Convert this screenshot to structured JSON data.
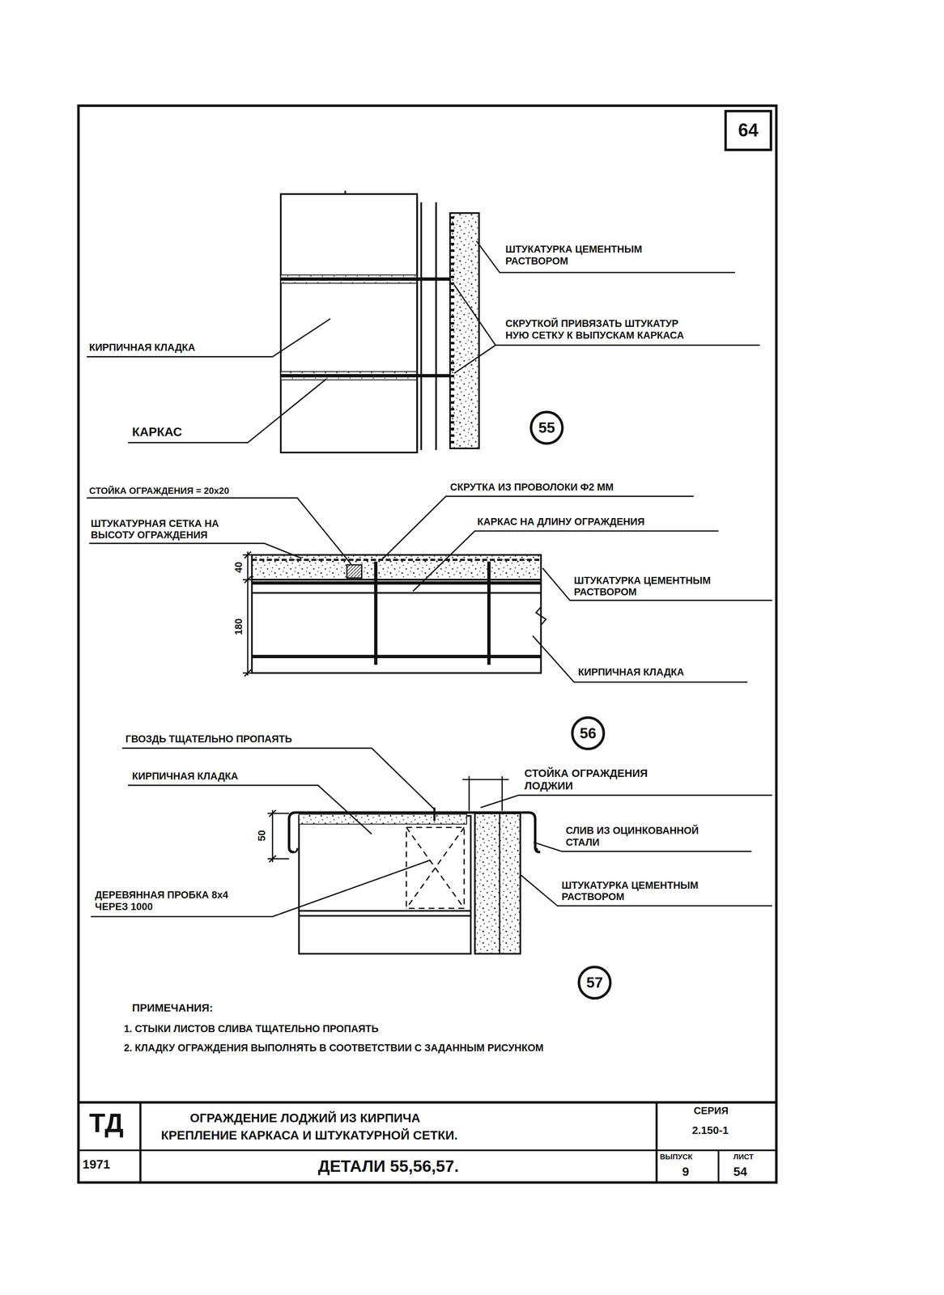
{
  "diagram": {
    "nodes": [
      {
        "text": [
          "64"
        ]
      },
      {
        "text": [
          "55"
        ]
      },
      {
        "text": [
          "56"
        ]
      },
      {
        "text": [
          "57"
        ]
      }
    ],
    "labels": [
      "ШТУКАТУРКА ЦЕМЕНТНЫМ РАСТВОРОМ",
      "СКРУТКОЙ ПРИВЯЗАТЬ ШТУКАТУР НУЮ СЕТКУ К ВЫПУСКАМ КАРКАСА",
      "КИРПИЧНАЯ КЛАДКА",
      "КАРКАС",
      "СТОЙКА ОГРАЖДЕНИЯ = 20х20",
      "ШТУКАТУРНАЯ СЕТКА НА ВЫСОТУ ОГРАЖДЕНИЯ",
      "СКРУТКА ИЗ ПРОВОЛОКИ Ф2 ММ",
      "КАРКАС НА ДЛИНУ ОГРАЖДЕНИЯ",
      "ШТУКАТУРКА ЦЕМЕНТНЫМ РАСТВОРОМ",
      "КИРПИЧНАЯ КЛАДКА",
      "40",
      "180",
      "ГВОЗДЬ ТЩАТЕЛЬНО ПРОПАЯТЬ",
      "КИРПИЧНАЯ КЛАДКА",
      "СТОЙКА ОГРАЖДЕНИЯ ЛОДЖИИ",
      "СЛИВ ИЗ ОЦИНКОВАННОЙ СТАЛИ",
      "ШТУКАТУРКА ЦЕМЕНТНЫМ РАСТВОРОМ",
      "ДЕРЕВЯННАЯ ПРОБКА 8х4 ЧЕРЕЗ 1000",
      "50",
      "ПРИМЕЧАНИЯ:",
      "1. СТЫКИ ЛИСТОВ СЛИВА ТЩАТЕЛЬНО ПРОПАЯТЬ",
      "2. КЛАДКУ ОГРАЖДЕНИЯ ВЫПОЛНЯТЬ В СООТВЕТСТВИИ С ЗАДАННЫМ РИСУНКОМ",
      "ТД",
      "ОГРАЖДЕНИЕ ЛОДЖИЙ ИЗ КИРПИЧА",
      "КРЕПЛЕНИЕ КАРКАСА И ШТУКАТУРНОЙ СЕТКИ.",
      "1971",
      "ДЕТАЛИ 55,56,57.",
      "СЕРИЯ",
      "2.150-1",
      "ВЫПУСК",
      "9",
      "ЛИСТ",
      "54"
    ]
  }
}
